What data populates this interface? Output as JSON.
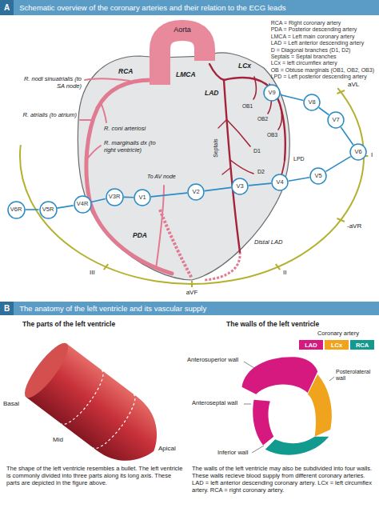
{
  "diagram": {
    "nodes": [
      {
        "text": [
          "A",
          "Schematic overview of the coronary arteries and their relation to the ECG leads"
        ]
      },
      {
        "text": [
          "V6R"
        ]
      },
      {
        "text": [
          "V5R"
        ]
      },
      {
        "text": [
          "V4R"
        ]
      },
      {
        "text": [
          "V3R"
        ]
      },
      {
        "text": [
          "V1"
        ]
      },
      {
        "text": [
          "V2"
        ]
      },
      {
        "text": [
          "V3"
        ]
      },
      {
        "text": [
          "V4"
        ]
      },
      {
        "text": [
          "V5"
        ]
      },
      {
        "text": [
          "V6"
        ]
      },
      {
        "text": [
          "V7"
        ]
      },
      {
        "text": [
          "V8"
        ]
      },
      {
        "text": [
          "V9"
        ]
      },
      {
        "text": [
          "B",
          "The anatomy of the left ventricle and its vascular supply"
        ]
      }
    ],
    "edges": [
      {
        "from": 1,
        "to": 2,
        "arrow": "none"
      },
      {
        "from": 2,
        "to": 3,
        "arrow": "none"
      },
      {
        "from": 3,
        "to": 4,
        "arrow": "none"
      },
      {
        "from": 4,
        "to": 5,
        "arrow": "none"
      },
      {
        "from": 5,
        "to": 6,
        "arrow": "none"
      },
      {
        "from": 6,
        "to": 7,
        "arrow": "none"
      },
      {
        "from": 7,
        "to": 8,
        "arrow": "none"
      },
      {
        "from": 8,
        "to": 9,
        "arrow": "none"
      },
      {
        "from": 9,
        "to": 10,
        "arrow": "none"
      },
      {
        "from": 10,
        "to": 11,
        "arrow": "none"
      },
      {
        "from": 11,
        "to": 12,
        "arrow": "none"
      },
      {
        "from": 12,
        "to": 13,
        "arrow": "none"
      }
    ],
    "labels": [
      "RCA = Right coronary artery",
      "PDA = Posterior descending artery",
      "LMCA = Left main coronary artery",
      "LAD = Left anterior descending artery",
      "D = Diagonal branches (D1, D2)",
      "Septals = Septal branches",
      "LCx = left circumflex artery",
      "OB = Obtuse marginals (OB1, OB2, OB3)",
      "LPD = Left posterior descending artery",
      "Aorta",
      "RCA",
      "LMCA",
      "LAD",
      "LCx",
      "R. nodi sinuatrialis (to SA node)",
      "R. atrialis (to atrium)",
      "R. coni arteriosi",
      "R. marginalis dx (to right ventricle)",
      "Septals",
      "OB1",
      "OB2",
      "OB3",
      "D1",
      "D2",
      "LPD",
      "To AV node",
      "PDA",
      "Distal LAD",
      "aVL",
      "I",
      "-aVR",
      "II",
      "aVF",
      "III",
      "The parts of the left ventricle",
      "The walls of the left ventricle",
      "Coronary artery",
      "Basal",
      "Mid",
      "Apical",
      "Anterosuperior wall",
      "Posterolateral wall",
      "Anteroseptal wall",
      "Inferior wall",
      "The shape of the left ventricle resembles a bullet. The left ventricle is commonly divided into three parts along its long axis. These parts are depicted in the figure above.",
      "The walls of the left ventricle may also be subdivided into four walls. These walls recieve blood supply from different coronary arteries. LAD = left anterior descending coronary artery. LCx = left circumflex artery. RCA = right coronary artery."
    ],
    "legend": [
      {
        "text": "LAD",
        "color": "#d6197f"
      },
      {
        "text": "LCx",
        "color": "#f0a31c"
      },
      {
        "text": "RCA",
        "color": "#139a8f"
      }
    ]
  }
}
